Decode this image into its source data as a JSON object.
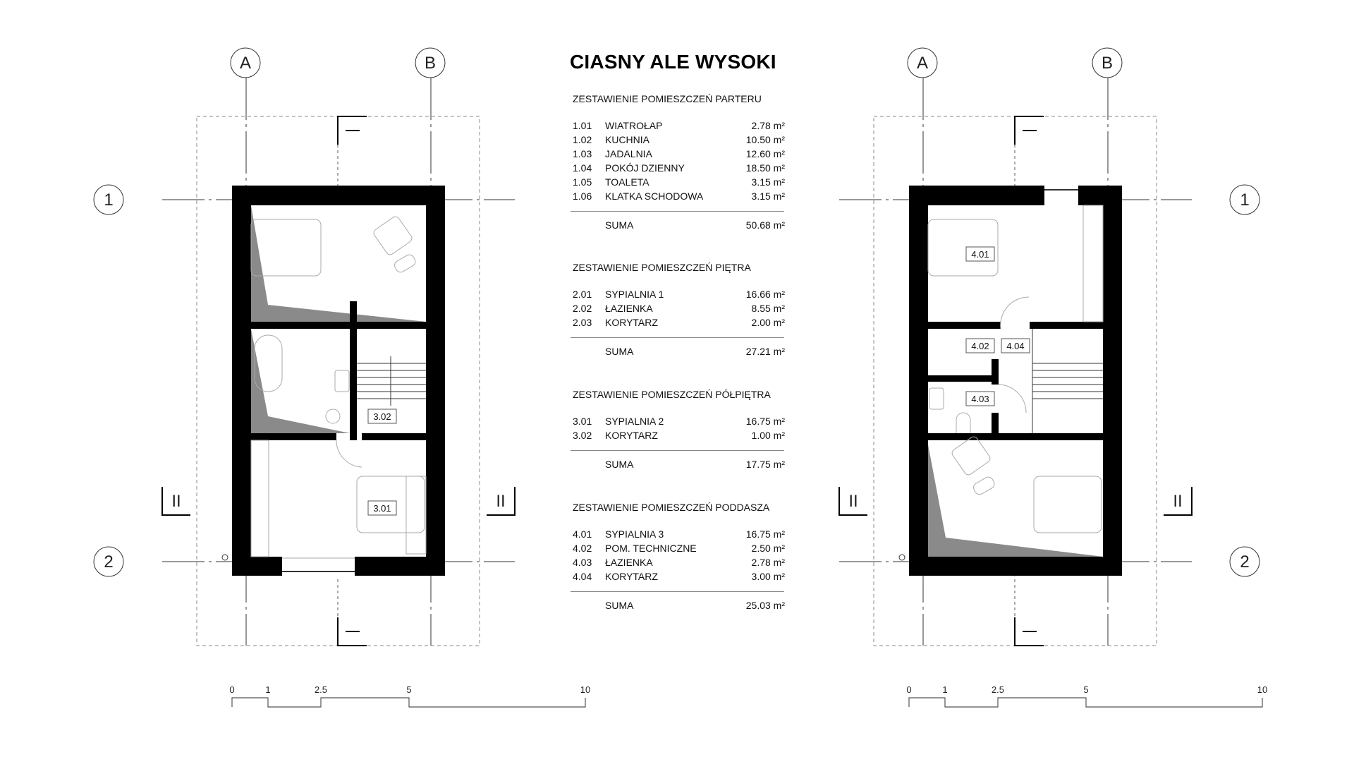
{
  "title": "CIASNY ALE WYSOKI",
  "grid": {
    "columns": [
      "A",
      "B"
    ],
    "rows": [
      "1",
      "2"
    ],
    "section_mark": "II"
  },
  "plans": [
    {
      "rooms": [
        "3.02",
        "3.01"
      ]
    },
    {
      "rooms": [
        "4.01",
        "4.02",
        "4.04",
        "4.03"
      ]
    }
  ],
  "scale_bar": {
    "ticks": [
      "0",
      "1",
      "2.5",
      "5",
      "10"
    ]
  },
  "sections": [
    {
      "heading": "ZESTAWIENIE POMIESZCZEŃ PARTERU",
      "rows": [
        {
          "no": "1.01",
          "name": "WIATROŁAP",
          "area": "2.78 m²"
        },
        {
          "no": "1.02",
          "name": "KUCHNIA",
          "area": "10.50 m²"
        },
        {
          "no": "1.03",
          "name": "JADALNIA",
          "area": "12.60 m²"
        },
        {
          "no": "1.04",
          "name": "POKÓJ DZIENNY",
          "area": "18.50 m²"
        },
        {
          "no": "1.05",
          "name": "TOALETA",
          "area": "3.15 m²"
        },
        {
          "no": "1.06",
          "name": "KLATKA SCHODOWA",
          "area": "3.15 m²"
        }
      ],
      "sum_label": "SUMA",
      "sum": "50.68 m²"
    },
    {
      "heading": "ZESTAWIENIE POMIESZCZEŃ PIĘTRA",
      "rows": [
        {
          "no": "2.01",
          "name": "SYPIALNIA 1",
          "area": "16.66 m²"
        },
        {
          "no": "2.02",
          "name": "ŁAZIENKA",
          "area": "8.55 m²"
        },
        {
          "no": "2.03",
          "name": "KORYTARZ",
          "area": "2.00 m²"
        }
      ],
      "sum_label": "SUMA",
      "sum": "27.21 m²"
    },
    {
      "heading": "ZESTAWIENIE POMIESZCZEŃ PÓŁPIĘTRA",
      "rows": [
        {
          "no": "3.01",
          "name": "SYPIALNIA 2",
          "area": "16.75 m²"
        },
        {
          "no": "3.02",
          "name": "KORYTARZ",
          "area": "1.00 m²"
        }
      ],
      "sum_label": "SUMA",
      "sum": "17.75 m²"
    },
    {
      "heading": "ZESTAWIENIE POMIESZCZEŃ PODDASZA",
      "rows": [
        {
          "no": "4.01",
          "name": "SYPIALNIA 3",
          "area": "16.75 m²"
        },
        {
          "no": "4.02",
          "name": "POM. TECHNICZNE",
          "area": "2.50 m²"
        },
        {
          "no": "4.03",
          "name": "ŁAZIENKA",
          "area": "2.78 m²"
        },
        {
          "no": "4.04",
          "name": "KORYTARZ",
          "area": "3.00 m²"
        }
      ],
      "sum_label": "SUMA",
      "sum": "25.03 m²"
    }
  ],
  "colors": {
    "wall": "#000000",
    "shade": "#8a8a8a",
    "grid": "#333333",
    "furniture": "#aaaaaa"
  }
}
